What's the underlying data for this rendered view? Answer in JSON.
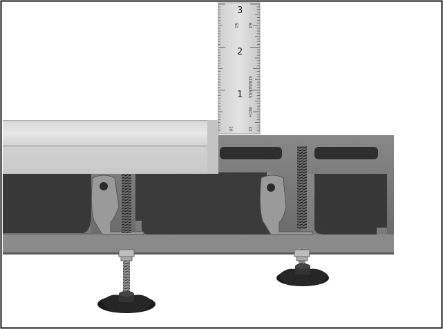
{
  "photo": {
    "ruler": {
      "big_numbers": [
        "3",
        "2",
        "1"
      ],
      "brand_text": "STAINLESS",
      "unit_text": "INCH",
      "small_labels": [
        "50",
        "64",
        "20",
        "32"
      ]
    }
  }
}
